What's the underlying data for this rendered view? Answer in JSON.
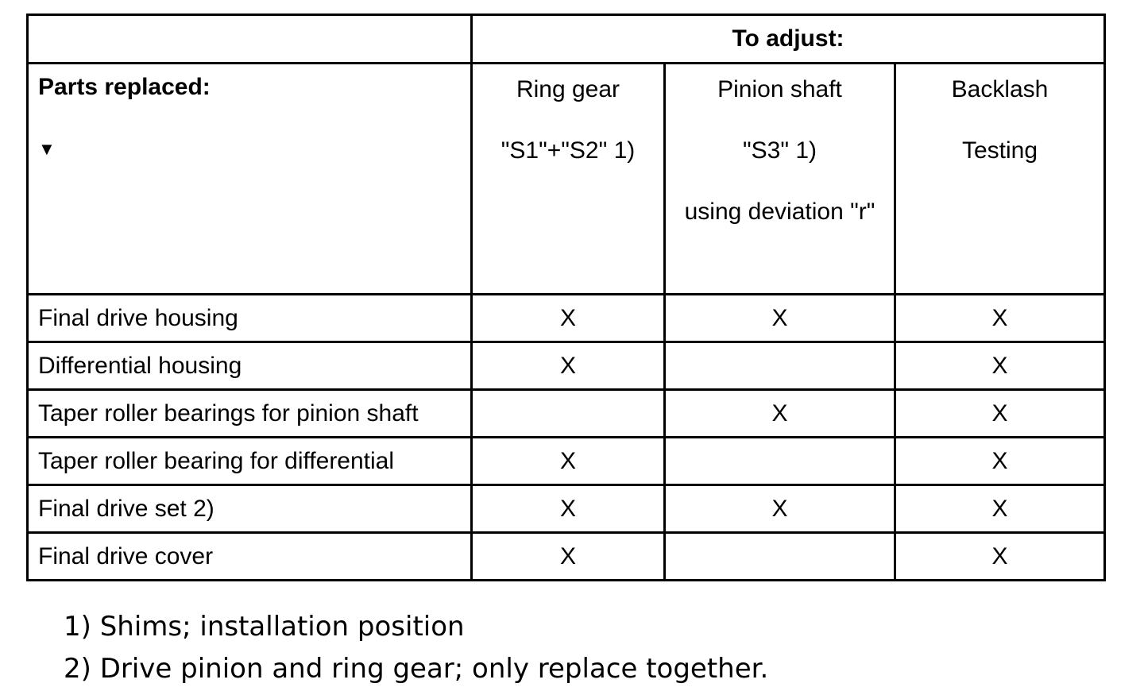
{
  "table": {
    "title": "To adjust:",
    "row_header_label": "Parts replaced:",
    "row_header_arrow": "▼",
    "columns": [
      {
        "lines": [
          "Ring gear",
          "\"S1\"+\"S2\" 1)"
        ]
      },
      {
        "lines": [
          "Pinion shaft",
          "\"S3\" 1)",
          "using deviation \"r\""
        ]
      },
      {
        "lines": [
          "Backlash",
          "Testing"
        ]
      }
    ],
    "rows": [
      {
        "label": "Final drive housing",
        "marks": [
          "X",
          "X",
          "X"
        ]
      },
      {
        "label": "Differential housing",
        "marks": [
          "X",
          "",
          "X"
        ]
      },
      {
        "label": "Taper roller bearings for pinion shaft",
        "marks": [
          "",
          "X",
          "X"
        ]
      },
      {
        "label": "Taper roller bearing for differential",
        "marks": [
          "X",
          "",
          "X"
        ]
      },
      {
        "label": "Final drive set 2)",
        "marks": [
          "X",
          "X",
          "X"
        ]
      },
      {
        "label": "Final drive cover",
        "marks": [
          "X",
          "",
          "X"
        ]
      }
    ]
  },
  "footnotes": [
    "1) Shims; installation position",
    "2) Drive pinion and ring gear; only replace together."
  ]
}
